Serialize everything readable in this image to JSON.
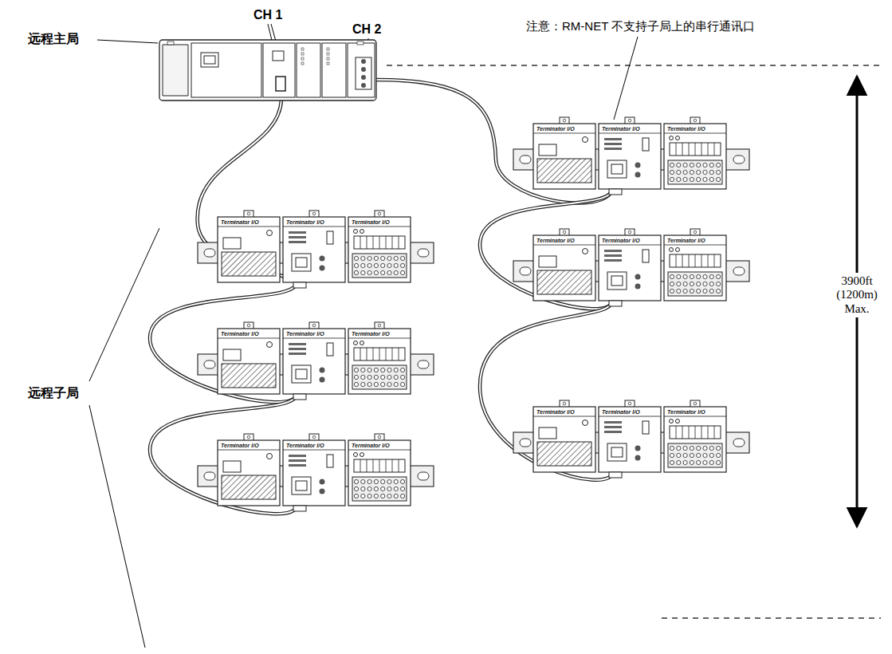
{
  "diagram": {
    "labels": [
      "远程主局",
      "CH 1",
      "CH 2",
      "注意：RM-NET 不支持子局上的串行通讯口",
      "远程子局",
      "3900ft (1200m) Max.",
      "Terminator I/O",
      "Terminator I/O",
      "Terminator I/O",
      "Terminator I/O",
      "Terminator I/O",
      "Terminator I/O",
      "Terminator I/O",
      "Terminator I/O",
      "Terminator I/O",
      "Terminator I/O",
      "Terminator I/O",
      "Terminator I/O",
      "Terminator I/O",
      "Terminator I/O",
      "Terminator I/O",
      "Terminator I/O",
      "Terminator I/O",
      "Terminator I/O"
    ]
  }
}
